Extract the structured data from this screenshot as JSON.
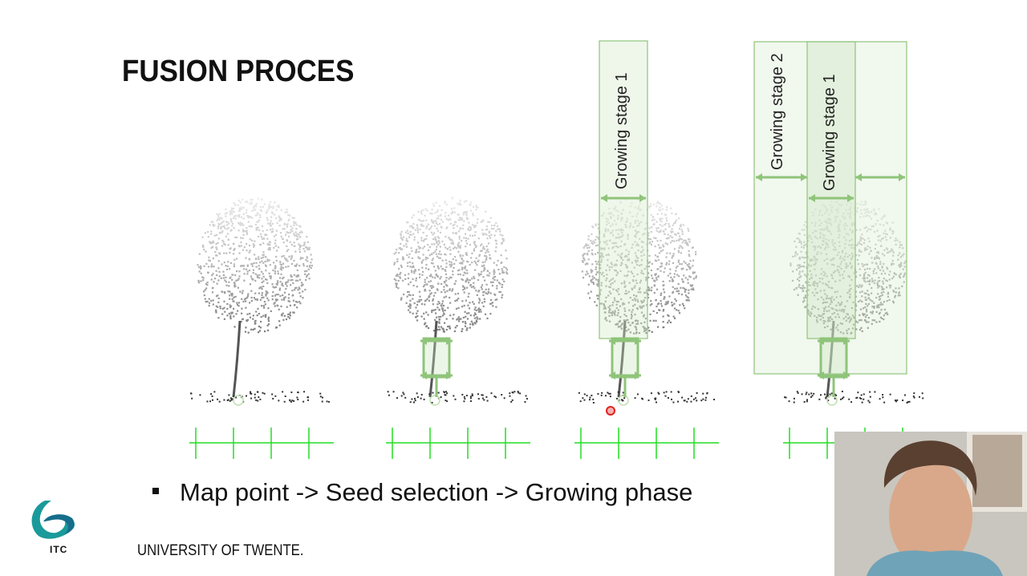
{
  "slide": {
    "title": "FUSION PROCES",
    "bullet": "Map point -> Seed selection -> Growing phase",
    "university": "UNIVERSITY OF TWENTE.",
    "logo_text": "ITC",
    "panels": [
      {
        "name": "map-point",
        "stages": []
      },
      {
        "name": "seed-selection",
        "stages": []
      },
      {
        "name": "growing-stage-1",
        "stages": [
          "Growing stage 1"
        ]
      },
      {
        "name": "growing-stage-2",
        "stages": [
          "Growing stage 2",
          "Growing stage 1"
        ]
      }
    ]
  },
  "colors": {
    "accent_green": "#8fc47a",
    "axis_green": "#22dd22",
    "logo_teal": "#1a9a9a",
    "cursor_red": "#e02020"
  }
}
